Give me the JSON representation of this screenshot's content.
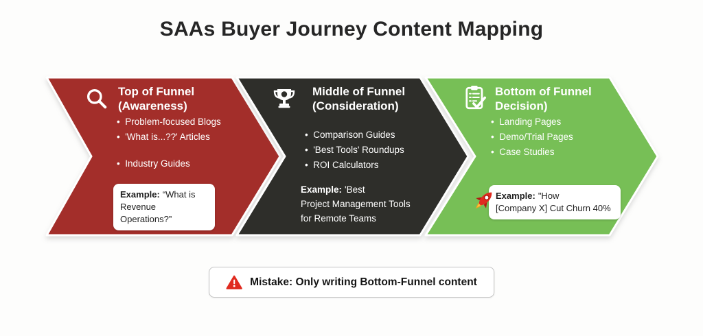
{
  "title": "SAAs Buyer Journey Content Mapping",
  "colors": {
    "tofu_red": "#A32E2B",
    "mofu_dark": "#2E2E2C",
    "bofu_green": "#77BF56",
    "warning_red": "#E02B20",
    "background": "#FDFDFC"
  },
  "stages": [
    {
      "icon": "search-icon",
      "color": "#A32E2B",
      "title": "Top of Funnel\n(Awareness)",
      "bullets": [
        "Problem-focused Blogs",
        "'What is...??' Articles",
        "Industry Guides"
      ],
      "example_label": "Example:",
      "example_text": "“What is\nRevenue Operations?”"
    },
    {
      "icon": "trophy-icon",
      "color": "#2E2E2C",
      "title": "Middle of Funnel\n(Consideration)",
      "bullets": [
        "Comparison Guides",
        "'Best Tools' Roundups",
        "ROI Calculators"
      ],
      "example_label": "Example:",
      "example_text": "'Best\nProject Management Tools\nfor Remote Teams"
    },
    {
      "icon": "clipboard-check-icon",
      "color": "#77BF56",
      "title": "Bottom of Funnel\nDecision)",
      "bullets": [
        "Landing Pages",
        "Demo/Trial Pages",
        "Case Studies"
      ],
      "example_label": "Example:",
      "example_text": "\"How\n[Company X] Cut Churn 40%",
      "example_icon": "rocket-icon"
    }
  ],
  "mistake": {
    "icon": "warning-icon",
    "text": "Mistake: Only writing Bottom-Funnel content"
  }
}
